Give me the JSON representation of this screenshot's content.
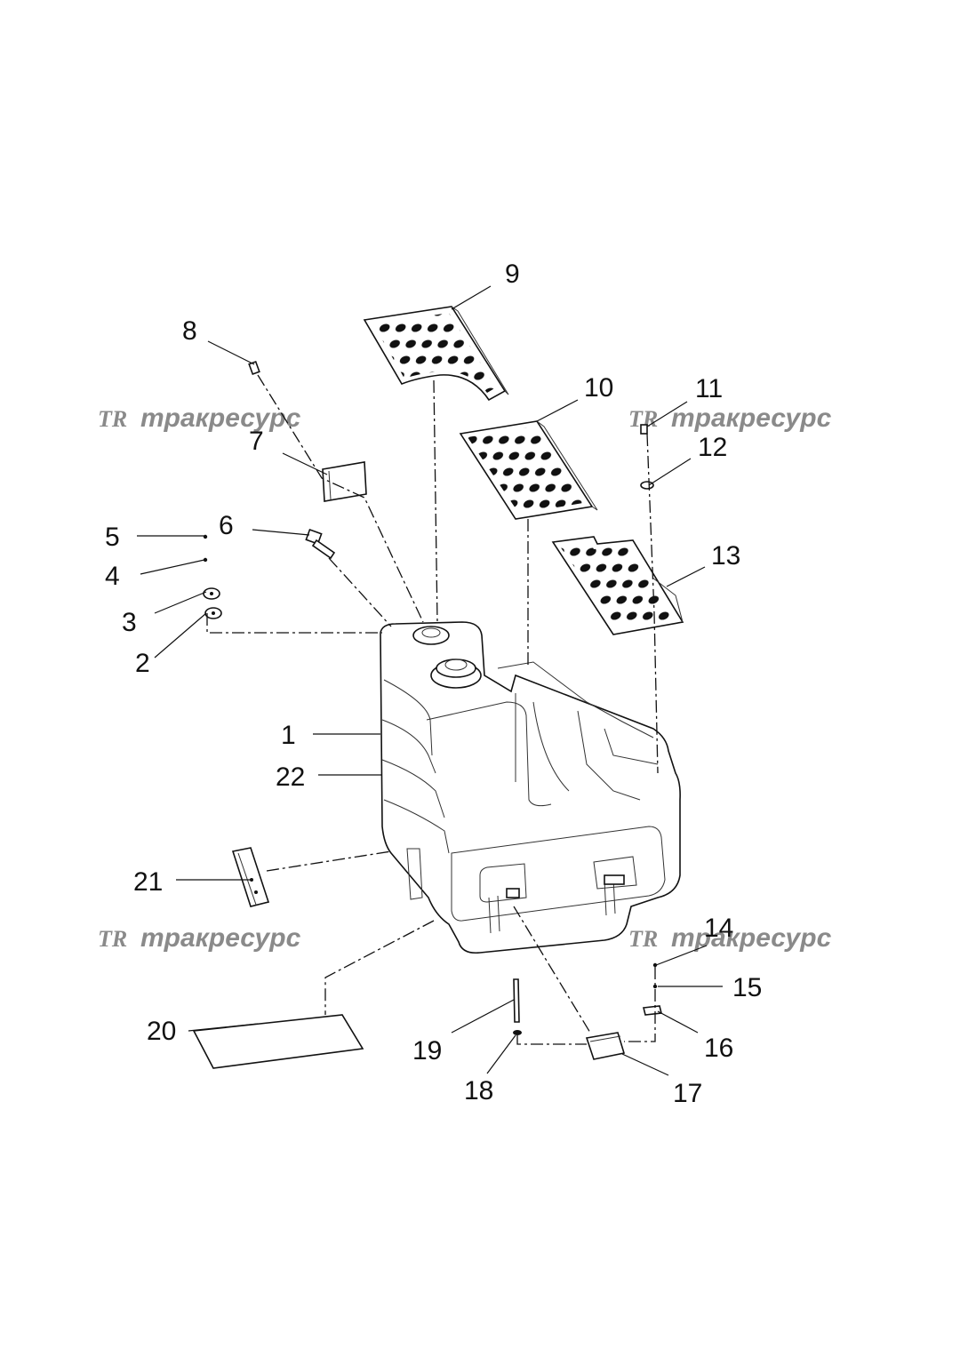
{
  "watermarks": [
    {
      "logo": "TR",
      "text": "тракресурс"
    },
    {
      "logo": "TR",
      "text": "тракресурс"
    },
    {
      "logo": "TR",
      "text": "тракресурс"
    },
    {
      "logo": "TR",
      "text": "тракресурс"
    }
  ],
  "callouts": [
    "1",
    "2",
    "3",
    "4",
    "5",
    "6",
    "7",
    "8",
    "9",
    "10",
    "11",
    "12",
    "13",
    "14",
    "15",
    "16",
    "17",
    "18",
    "19",
    "20",
    "21",
    "22"
  ]
}
